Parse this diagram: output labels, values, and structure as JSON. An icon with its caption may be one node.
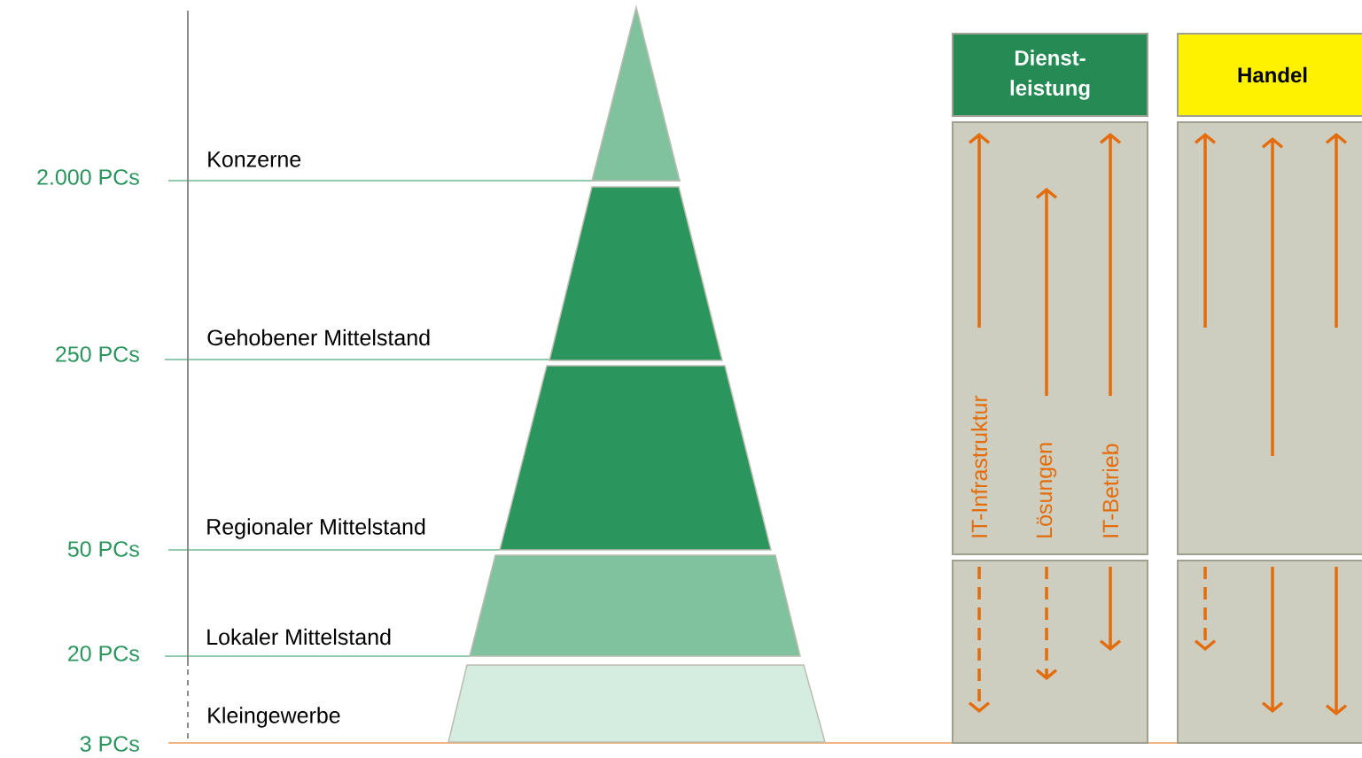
{
  "diagram": {
    "nodes": [
      {
        "text": [
          "Dienst- leistung"
        ]
      },
      {
        "text": [
          "Handel"
        ]
      },
      {
        "text": [
          "IT-Infrastruktur",
          "Lösungen",
          "IT-Betrieb"
        ]
      },
      {
        "text": [],
        "shape": "box"
      },
      {
        "text": [],
        "shape": "box"
      },
      {
        "text": [],
        "shape": "box"
      }
    ],
    "labels": [
      "Konzerne",
      "2.000 PCs",
      "Gehobener Mittelstand",
      "250 PCs",
      "Regionaler Mittelstand",
      "50 PCs",
      "Lokaler Mittelstand",
      "20 PCs",
      "Kleingewerbe",
      "3 PCs"
    ]
  }
}
